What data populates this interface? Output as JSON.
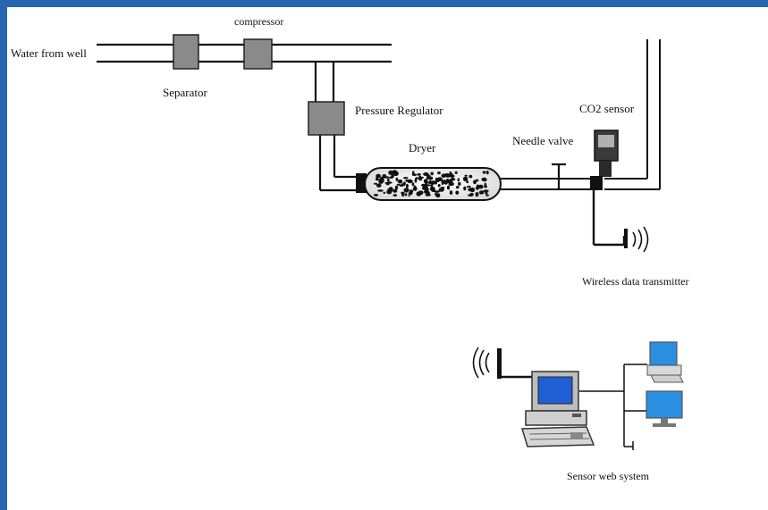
{
  "labels": {
    "water_from_well": "Water from well",
    "compressor": "compressor",
    "separator": "Separator",
    "pressure_regulator": "Pressure Regulator",
    "dryer": "Dryer",
    "needle_valve": "Needle valve",
    "co2_sensor": "CO2 sensor",
    "wireless_transmitter": "Wireless data transmitter",
    "sensor_web_system": "Sensor web system"
  },
  "colors": {
    "border": "#2466b0",
    "pipe": "#111111",
    "component_fill": "#8a8a8a",
    "screen_blue": "#1f5fd6",
    "monitor_light": "#2a8fe0"
  }
}
